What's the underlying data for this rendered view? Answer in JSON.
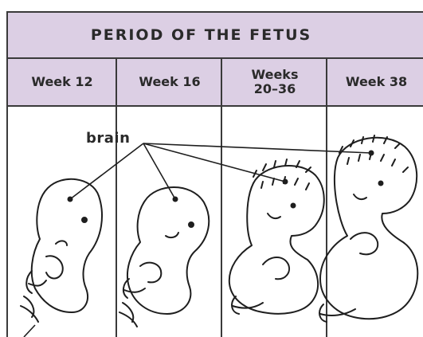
{
  "title": "PERIOD OF THE FETUS",
  "columns": [
    {
      "label": "Week 12"
    },
    {
      "label": "Week 16"
    },
    {
      "label": "Weeks\n20–36"
    },
    {
      "label": "Week 38"
    }
  ],
  "label_brain": "brain",
  "colors": {
    "header_bg": "#dccfe4",
    "lines": "#3a3a3a"
  }
}
